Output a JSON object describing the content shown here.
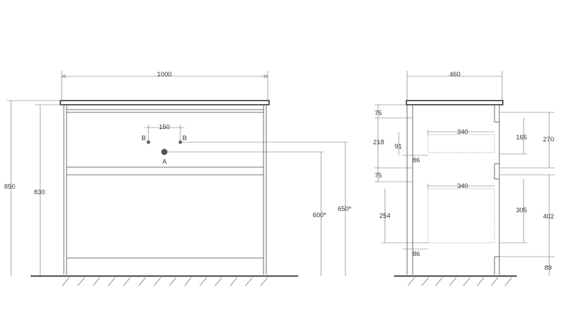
{
  "front_view": {
    "width": "1000",
    "height_total": "850",
    "height_body": "830",
    "tap_spacing": "150",
    "tap_label_left": "B",
    "tap_label_right": "B",
    "drain_label": "A",
    "drain_height": "600*",
    "tap_height": "650*"
  },
  "side_view": {
    "depth": "460",
    "drawer_width_top": "340",
    "drawer_width_bottom": "340",
    "top_offset": "75",
    "drawer1_front": "218",
    "drawer1_depth_offset": "91",
    "drawer1_gap_bottom": "86",
    "mid_offset": "75",
    "drawer2_front": "254",
    "drawer2_gap_bottom": "86",
    "drawer1_inner_height": "165",
    "drawer1_outer_height": "270",
    "drawer2_inner_height": "305",
    "drawer2_outer_height": "402",
    "plinth_height": "89"
  },
  "colors": {
    "line": "#444444",
    "text": "#333333",
    "dot_marker": "#555555"
  }
}
